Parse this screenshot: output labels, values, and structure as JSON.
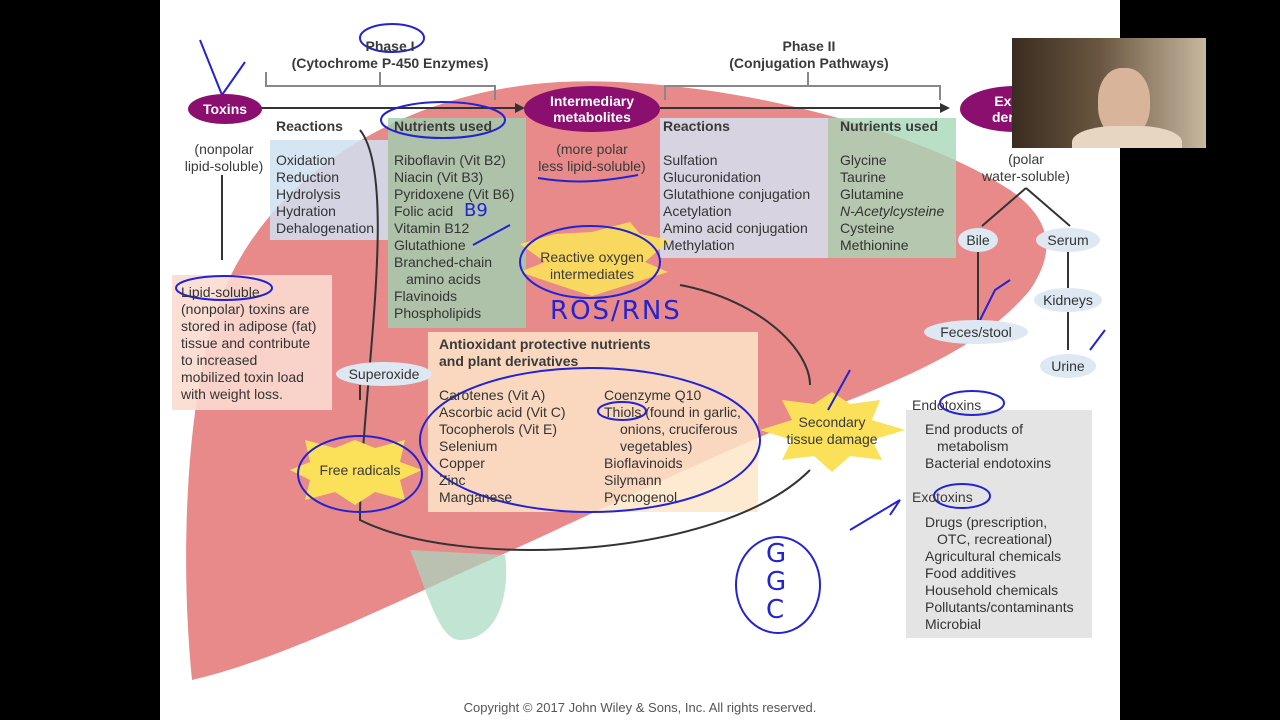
{
  "phase1": {
    "title": "Phase I",
    "subtitle": "(Cytochrome P-450 Enzymes)",
    "reactions_header": "Reactions",
    "nutrients_header": "Nutrients used",
    "reactions": [
      "Oxidation",
      "Reduction",
      "Hydrolysis",
      "Hydration",
      "Dehalogenation"
    ],
    "nutrients": [
      "Riboflavin (Vit B2)",
      "Niacin (Vit B3)",
      "Pyridoxene (Vit B6)",
      "Folic acid",
      "Vitamin B12",
      "Glutathione",
      "Branched-chain",
      "amino acids",
      "Flavinoids",
      "Phospholipids"
    ]
  },
  "phase2": {
    "title": "Phase II",
    "subtitle": "(Conjugation Pathways)",
    "reactions_header": "Reactions",
    "nutrients_header": "Nutrients used",
    "reactions": [
      "Sulfation",
      "Glucuronidation",
      "Glutathione conjugation",
      "Acetylation",
      "Amino acid conjugation",
      "Methylation"
    ],
    "nutrients": [
      "Glycine",
      "Taurine",
      "Glutamine",
      "N-Acetylcysteine",
      "Cysteine",
      "Methionine"
    ]
  },
  "toxins": {
    "label": "Toxins",
    "note1": "(nonpolar",
    "note2": "lipid-soluble)"
  },
  "intermediary": {
    "label1": "Intermediary",
    "label2": "metabolites",
    "note1": "(more polar",
    "note2": "less lipid-soluble)"
  },
  "excreted": {
    "label1": "Ex",
    "label2": "der",
    "note1": "(polar",
    "note2": "water-soluble)"
  },
  "reactive": {
    "l1": "Reactive oxygen",
    "l2": "intermediates"
  },
  "lipid_box": [
    "Lipid-soluble",
    "(nonpolar) toxins are",
    "stored in adipose (fat)",
    "tissue and contribute",
    "to increased",
    "mobilized toxin load",
    "with weight loss."
  ],
  "superoxide": "Superoxide",
  "free_radicals": "Free radicals",
  "antioxidant": {
    "title1": "Antioxidant protective nutrients",
    "title2": "and plant derivatives",
    "col1": [
      "Carotenes (Vit A)",
      "Ascorbic acid (Vit C)",
      "Tocopherols (Vit E)",
      "Selenium",
      "Copper",
      "Zinc",
      "Manganese"
    ],
    "col2": [
      "Coenzyme Q10",
      "Thiols (found in garlic,",
      "onions, cruciferous",
      "vegetables)",
      "Bioflavinoids",
      "Silymann",
      "Pycnogenol"
    ]
  },
  "secondary": {
    "l1": "Secondary",
    "l2": "tissue damage"
  },
  "excretion": {
    "bile": "Bile",
    "serum": "Serum",
    "kidneys": "Kidneys",
    "feces": "Feces/stool",
    "urine": "Urine"
  },
  "endotoxins": {
    "title": "Endotoxins",
    "items": [
      "End products of",
      "metabolism",
      "Bacterial endotoxins"
    ]
  },
  "exotoxins": {
    "title": "Exotoxins",
    "items": [
      "Drugs (prescription,",
      "OTC, recreational)",
      "Agricultural chemicals",
      "Food additives",
      "Household chemicals",
      "Pollutants/contaminants",
      "Microbial"
    ]
  },
  "annotations": {
    "b9": "B9",
    "ros": "ROS/RNS",
    "ggc": [
      "G",
      "G",
      "C"
    ]
  },
  "copyright": "Copyright © 2017 John Wiley & Sons, Inc. All rights reserved.",
  "colors": {
    "toxin_oval": "#8a0f6e",
    "liver": "#e8898a",
    "ink": "#2323d0"
  }
}
